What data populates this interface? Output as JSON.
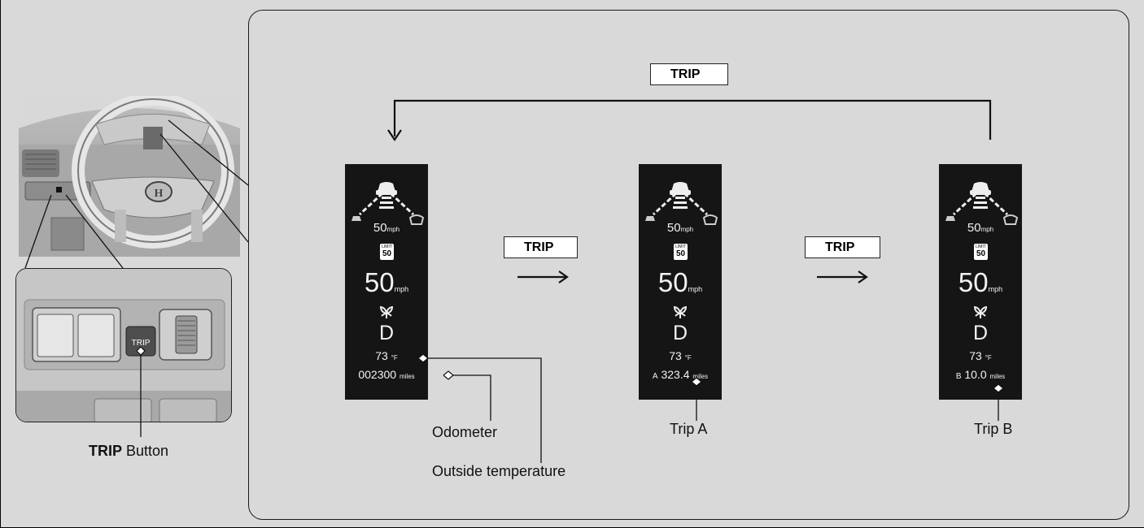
{
  "button_label": "TRIP",
  "photo": {
    "button_text": "TRIP",
    "caption_bold": "TRIP",
    "caption_rest": " Button"
  },
  "screens": [
    {
      "speed": "50",
      "speed_unit": "mph",
      "limit_title": "LIMIT",
      "limit_value": "50",
      "big_speed": "50",
      "big_unit": "mph",
      "gear": "D",
      "temp": "73",
      "temp_unit": "°F",
      "reading_prefix": "",
      "reading": "002300",
      "reading_unit": "miles",
      "label": "Odometer"
    },
    {
      "speed": "50",
      "speed_unit": "mph",
      "limit_title": "LIMIT",
      "limit_value": "50",
      "big_speed": "50",
      "big_unit": "mph",
      "gear": "D",
      "temp": "73",
      "temp_unit": "°F",
      "reading_prefix": "A",
      "reading": "323.4",
      "reading_unit": "miles",
      "label": "Trip A"
    },
    {
      "speed": "50",
      "speed_unit": "mph",
      "limit_title": "LIMIT",
      "limit_value": "50",
      "big_speed": "50",
      "big_unit": "mph",
      "gear": "D",
      "temp": "73",
      "temp_unit": "°F",
      "reading_prefix": "B",
      "reading": "10.0",
      "reading_unit": "miles",
      "label": "Trip B"
    }
  ],
  "labels": {
    "outside_temperature": "Outside temperature"
  }
}
